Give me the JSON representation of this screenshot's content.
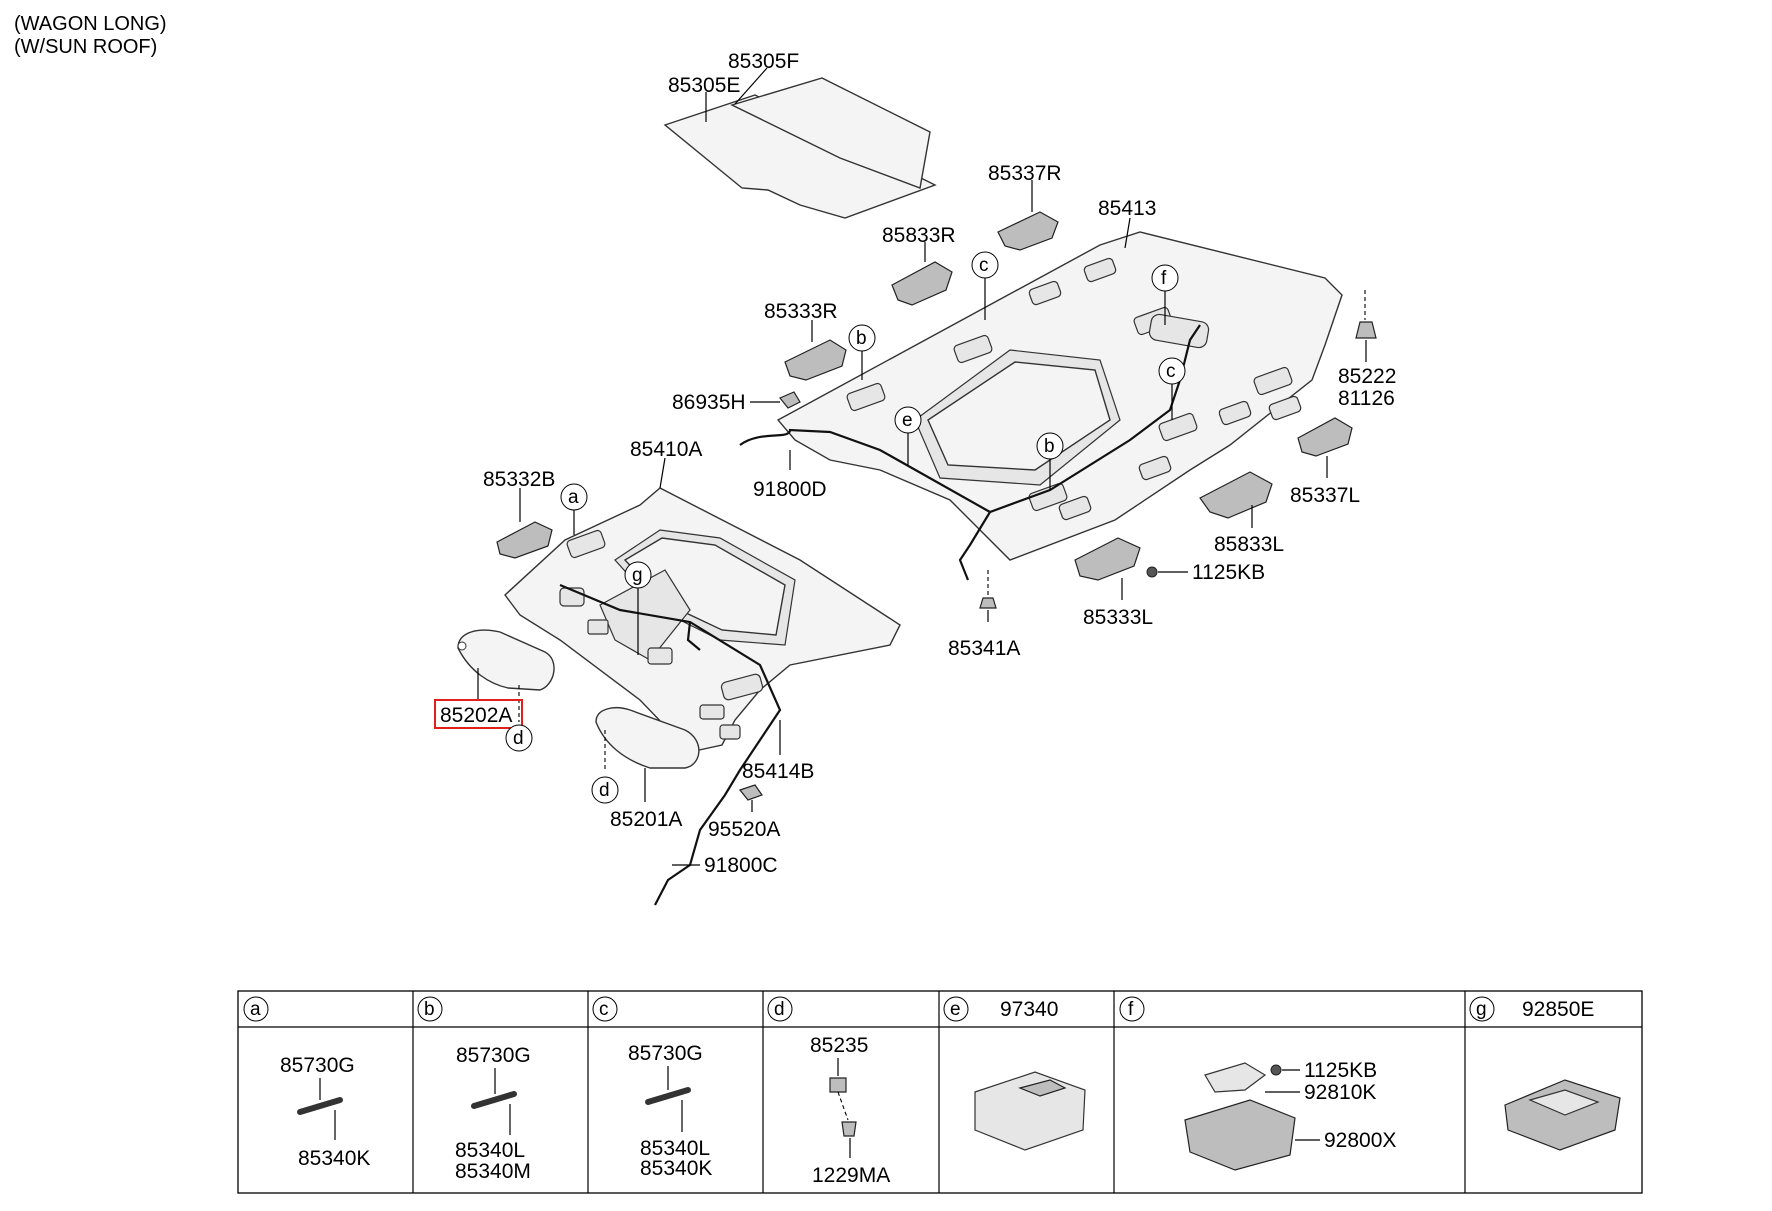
{
  "header": {
    "line1": "(WAGON LONG)",
    "line2": "(W/SUN ROOF)"
  },
  "parts": {
    "p85305F": "85305F",
    "p85305E": "85305E",
    "p85337R": "85337R",
    "p85413": "85413",
    "p85833R": "85833R",
    "p85333R": "85333R",
    "p86935H": "86935H",
    "p85222": "85222",
    "p81126": "81126",
    "p85410A": "85410A",
    "p91800D": "91800D",
    "p85337L": "85337L",
    "p85332B": "85332B",
    "p85833L": "85833L",
    "p1125KB": "1125KB",
    "p85333L": "85333L",
    "p85341A": "85341A",
    "p85202A": "85202A",
    "p85414B": "85414B",
    "p85201A": "85201A",
    "p95520A": "95520A",
    "p91800C": "91800C"
  },
  "callouts": {
    "a": "a",
    "b": "b",
    "c": "c",
    "d": "d",
    "e": "e",
    "f": "f",
    "g": "g"
  },
  "table": {
    "a": {
      "key": "a",
      "part1": "85730G",
      "part2": "85340K"
    },
    "b": {
      "key": "b",
      "part1": "85730G",
      "part2": "85340L",
      "part3": "85340M"
    },
    "c": {
      "key": "c",
      "part1": "85730G",
      "part2": "85340L",
      "part3": "85340K"
    },
    "d": {
      "key": "d",
      "part1": "85235",
      "part2": "1229MA"
    },
    "e": {
      "key": "e",
      "header_part": "97340"
    },
    "f": {
      "key": "f",
      "part1": "1125KB",
      "part2": "92810K",
      "part3": "92800X"
    },
    "g": {
      "key": "g",
      "header_part": "92850E"
    }
  },
  "colors": {
    "highlight": "#e0201c",
    "line": "#000000",
    "panel": "#f4f4f4"
  }
}
